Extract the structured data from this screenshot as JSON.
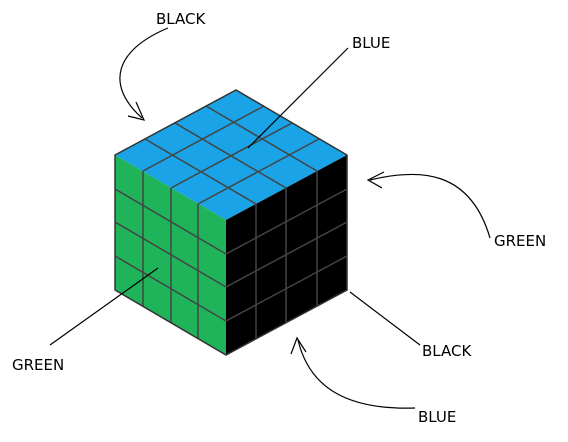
{
  "labels": {
    "top_black": "BLACK",
    "top_blue": "BLUE",
    "right_green": "GREEN",
    "left_green": "GREEN",
    "bottom_black": "BLACK",
    "bottom_blue": "BLUE"
  },
  "cube": {
    "size": 4,
    "faces": {
      "top": "blue",
      "left": "green",
      "right": "black",
      "back_hidden": "black",
      "left_hidden": "green",
      "bottom_hidden": "blue"
    }
  },
  "colors": {
    "blue": "#1aa3e6",
    "green": "#1fb45a",
    "black": "#000000",
    "grid_lines": "#444444",
    "label_text": "#000000",
    "background": "#ffffff"
  }
}
